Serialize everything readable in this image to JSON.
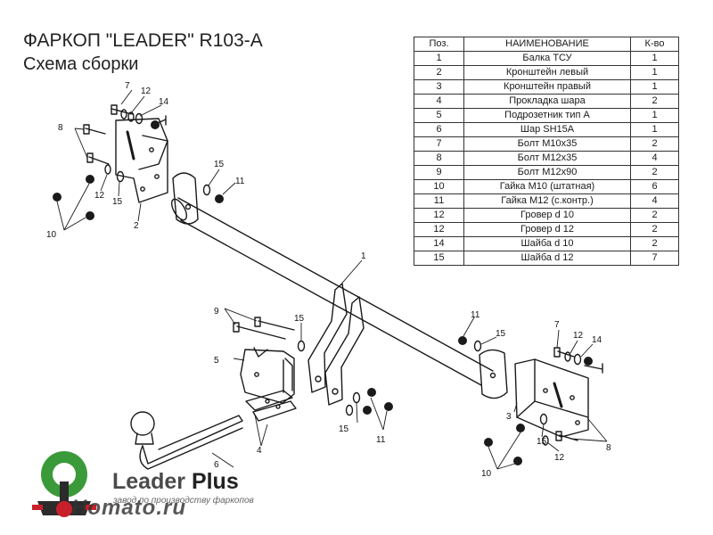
{
  "header": {
    "title": "ФАРКОП \"LEADER\" R103-A",
    "subtitle": "Схема сборки"
  },
  "table": {
    "headers": [
      "Поз.",
      "НАИМЕНОВАНИЕ",
      "К-во"
    ],
    "rows": [
      [
        "1",
        "Балка ТСУ",
        "1"
      ],
      [
        "2",
        "Кронштейн левый",
        "1"
      ],
      [
        "3",
        "Кронштейн правый",
        "1"
      ],
      [
        "4",
        "Прокладка шара",
        "2"
      ],
      [
        "5",
        "Подрозетник тип А",
        "1"
      ],
      [
        "6",
        "Шар SH15A",
        "1"
      ],
      [
        "7",
        "Болт М10х35",
        "2"
      ],
      [
        "8",
        "Болт М12х35",
        "4"
      ],
      [
        "9",
        "Болт М12х90",
        "2"
      ],
      [
        "10",
        "Гайка М10 (штатная)",
        "6"
      ],
      [
        "11",
        "Гайка М12 (с.контр.)",
        "4"
      ],
      [
        "12",
        "Гровер d 10",
        "2"
      ],
      [
        "12",
        "Гровер d 12",
        "2"
      ],
      [
        "14",
        "Шайба d 10",
        "2"
      ],
      [
        "15",
        "Шайба d 12",
        "7"
      ]
    ]
  },
  "callouts": {
    "c1": "1",
    "c2": "2",
    "c3": "3",
    "c4": "4",
    "c5": "5",
    "c6": "6",
    "c7a": "7",
    "c7b": "7",
    "c8a": "8",
    "c8b": "8",
    "c9": "9",
    "c10a": "10",
    "c10b": "10",
    "c11a": "11",
    "c11b": "11",
    "c11c": "11",
    "c12a": "12",
    "c12b": "12",
    "c12c": "12",
    "c12d": "12",
    "c14a": "14",
    "c14b": "14",
    "c15a": "15",
    "c15b": "15",
    "c15c": "15",
    "c15d": "15",
    "c15e": "15",
    "c15f": "15"
  },
  "logo": {
    "brand_first": "Leader",
    "brand_second": "Plus",
    "slogan": "завод по производству фаркопов"
  },
  "watermark": "Homato.ru",
  "colors": {
    "line": "#1a1a1a",
    "logo_green": "#3a9a3a",
    "logo_red": "#c8202a"
  }
}
